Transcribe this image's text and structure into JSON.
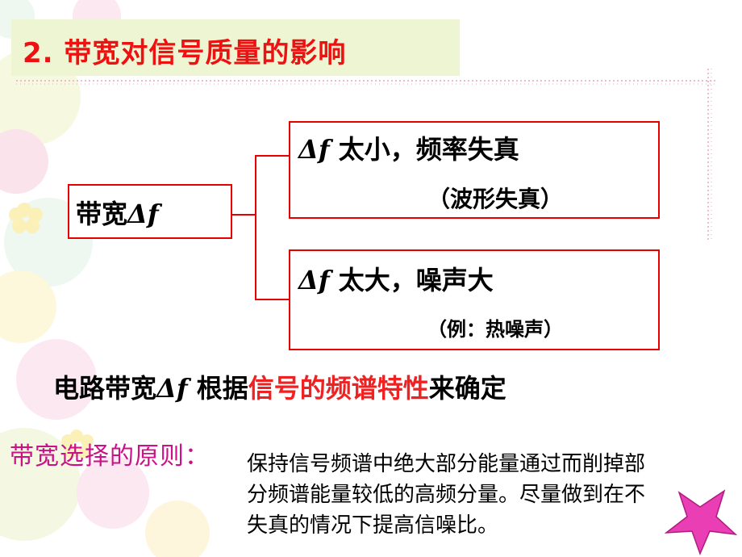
{
  "colors": {
    "title": "#ee1111",
    "box_border": "#e60000",
    "highlight": "#ee2222",
    "principle_label": "#cc1188",
    "title_bar": "#eef5d2"
  },
  "title": "2.  带宽对信号质量的影响",
  "left_box": {
    "text": "带宽",
    "symbol": "Δf"
  },
  "top_box": {
    "symbol": "Δf",
    "main": " 太小，频率失真",
    "sub": "（波形失真）"
  },
  "bottom_box": {
    "symbol": "Δf",
    "main": " 太大，噪声大",
    "sub": "（例：热噪声）"
  },
  "conclusion": {
    "prefix": "电路带宽",
    "symbol": "Δf",
    "middle": " 根据",
    "highlight": "信号的频谱特性",
    "suffix": "来确定"
  },
  "principle": {
    "label": "带宽选择的原则：",
    "lines": [
      "保持信号频谱中绝大部分能量通过而削掉部",
      "分频谱能量较低的高频分量。尽量做到在不",
      "失真的情况下提高信噪比。"
    ]
  },
  "decorations": [
    "bubble-background",
    "star-icon"
  ]
}
